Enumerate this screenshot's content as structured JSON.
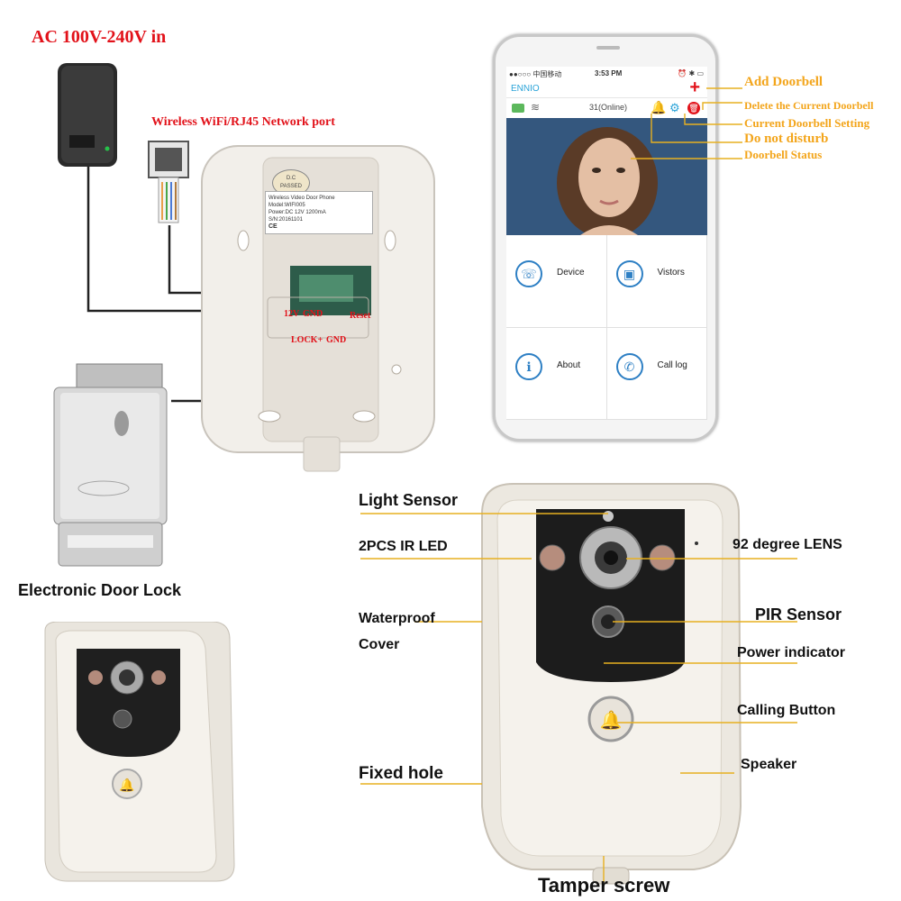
{
  "wiring": {
    "ac_label": "AC 100V-240V in",
    "port_label": "Wireless WiFi/RJ45 Network port",
    "back_plate": {
      "passed_stamp_1": "D.C",
      "passed_stamp_2": "PASSED",
      "product": "Wireless Video Door Phone",
      "model": "Model:WIFI005",
      "power": "Power:DC 12V 1200mA",
      "serial": "S/N:20161101",
      "ce": "CE",
      "terminal_12v": "12V",
      "terminal_gnd": "GND",
      "terminal_reset": "Reset",
      "terminal_lock": "LOCK+",
      "terminal_gnd2": "GND"
    },
    "lock_label": "Electronic Door Lock"
  },
  "phone": {
    "status": {
      "carrier": "●●○○○ 中国移动",
      "time": "3:53 PM",
      "icons": "⏰ ✱ ▭"
    },
    "app_title": "ENNIO",
    "online_text": "31(Online)",
    "menu": [
      {
        "label": "Device",
        "icon": "phone-icon"
      },
      {
        "label": "Vistors",
        "icon": "photo-icon"
      },
      {
        "label": "About",
        "icon": "info-icon"
      },
      {
        "label": "Call log",
        "icon": "call-log-icon"
      }
    ],
    "callouts": {
      "add": "Add Doorbell",
      "delete": "Delete the Current Doorbell",
      "setting": "Current Doorbell Setting",
      "dnd": "Do not disturb",
      "status": "Doorbell Status"
    }
  },
  "doorbell": {
    "labels": {
      "light_sensor": "Light Sensor",
      "ir_led": "2PCS IR LED",
      "waterproof_1": "Waterproof",
      "waterproof_2": "Cover",
      "fixed_hole": "Fixed hole",
      "lens": "92 degree LENS",
      "pir": "PIR Sensor",
      "power_indicator": "Power indicator",
      "calling_button": "Calling Button",
      "speaker": "Speaker",
      "tamper": "Tamper screw"
    }
  },
  "colors": {
    "callout_orange": "#f3a51b",
    "label_red": "#e2121a",
    "app_blue": "#2aa3d8"
  }
}
